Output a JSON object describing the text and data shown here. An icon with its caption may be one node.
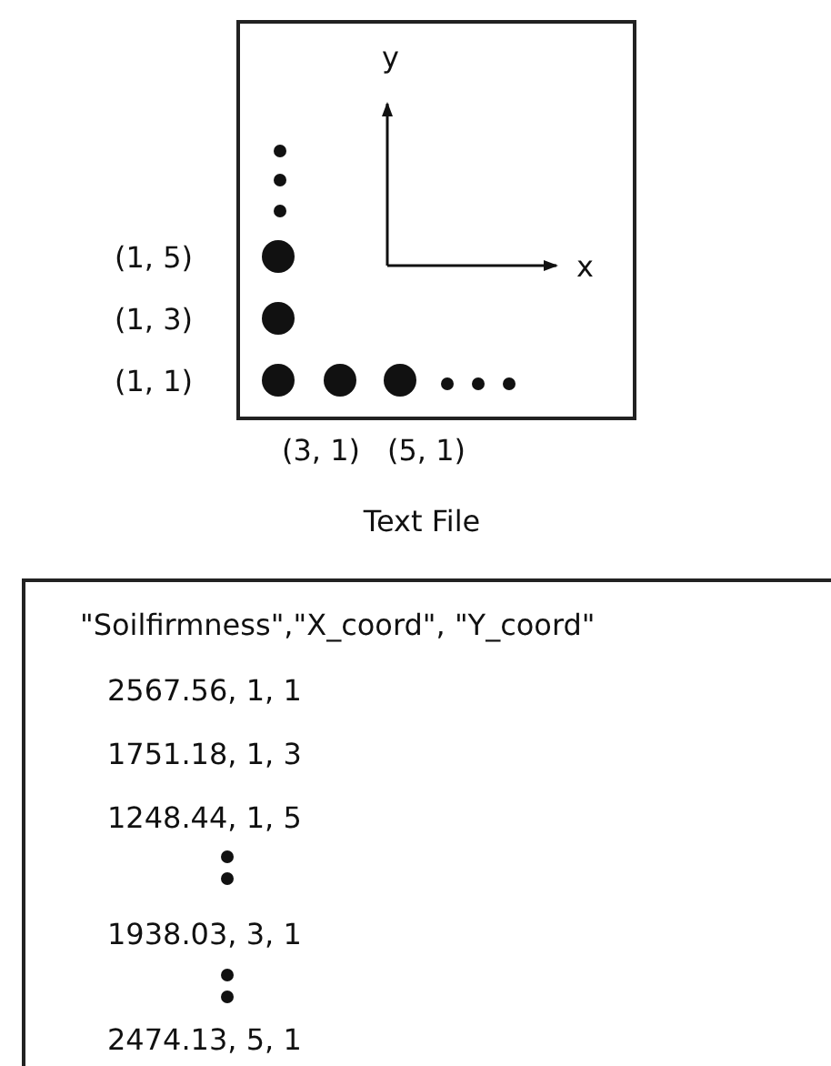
{
  "diagram": {
    "nodes": [
      {
        "text": [
          "Text File",
          "\"Soilfirmness\",\"X_coord\", \"Y_coord\"",
          "2567.56, 1, 1",
          "1751.18, 1, 3",
          "1248.44, 1, 5",
          "1938.03, 3, 1",
          "2474.13, 5, 1"
        ]
      }
    ],
    "labels": [
      "y",
      "(1, 5)",
      "x",
      "(1, 3)",
      "(1, 1)",
      "(3, 1)",
      "(5, 1)"
    ]
  }
}
